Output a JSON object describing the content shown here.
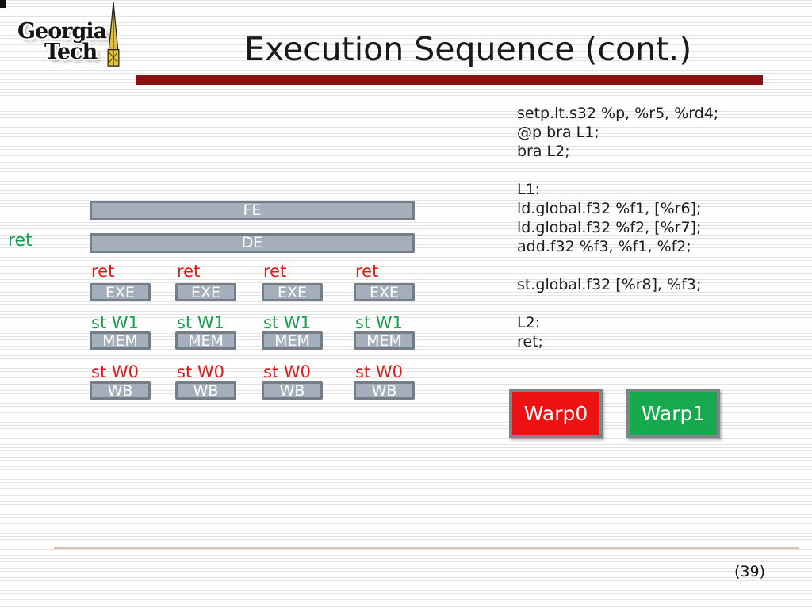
{
  "slide": {
    "logo": {
      "line1": "Georgia",
      "line2": "Tech"
    },
    "title": "Execution Sequence (cont.)",
    "page_number": "(39)"
  },
  "code": {
    "lines": [
      "setp.lt.s32 %p, %r5, %rd4;",
      "@p bra L1;",
      "bra L2;",
      "",
      "L1:",
      "ld.global.f32 %f1, [%r6];",
      "ld.global.f32 %f2, [%r7];",
      "add.f32 %f3, %f1, %f2;",
      "",
      "st.global.f32 [%r8], %f3;",
      "",
      "L2:",
      "ret;"
    ]
  },
  "pipeline": {
    "fe_label": "FE",
    "de_label": "DE",
    "de_instruction": "ret",
    "lanes": [
      {
        "exe_instr": "ret",
        "exe": "EXE",
        "mem_instr": "st W1",
        "mem": "MEM",
        "wb_instr": "st W0",
        "wb": "WB"
      },
      {
        "exe_instr": "ret",
        "exe": "EXE",
        "mem_instr": "st W1",
        "mem": "MEM",
        "wb_instr": "st W0",
        "wb": "WB"
      },
      {
        "exe_instr": "ret",
        "exe": "EXE",
        "mem_instr": "st W1",
        "mem": "MEM",
        "wb_instr": "st W0",
        "wb": "WB"
      },
      {
        "exe_instr": "ret",
        "exe": "EXE",
        "mem_instr": "st W1",
        "mem": "MEM",
        "wb_instr": "st W0",
        "wb": "WB"
      }
    ]
  },
  "warps": [
    {
      "label": "Warp0",
      "color": "#ee1111"
    },
    {
      "label": "Warp1",
      "color": "#16a94e"
    }
  ],
  "colors": {
    "title_underline": "#8a1111",
    "stage_box_fill": "#a5afbc",
    "stage_box_border": "#747e89",
    "retired_text_red": "#e51515",
    "active_text_green": "#15a04e"
  }
}
